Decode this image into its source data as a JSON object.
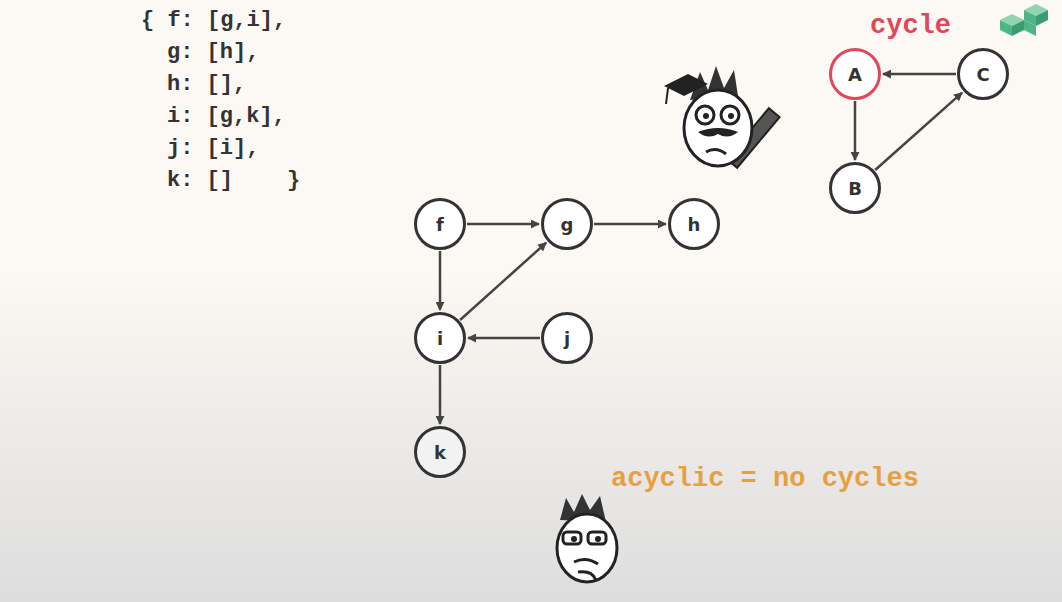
{
  "diagram": {
    "nodes": [
      {
        "text": [
          "f"
        ]
      },
      {
        "text": [
          "g"
        ]
      },
      {
        "text": [
          "h"
        ]
      },
      {
        "text": [
          "i"
        ]
      },
      {
        "text": [
          "j"
        ]
      },
      {
        "text": [
          "k"
        ]
      },
      {
        "text": [
          "A"
        ]
      },
      {
        "text": [
          "B"
        ]
      },
      {
        "text": [
          "C"
        ]
      }
    ],
    "edges": [
      {
        "from": 0,
        "to": 1,
        "arrow": "to"
      },
      {
        "from": 0,
        "to": 3,
        "arrow": "to"
      },
      {
        "from": 1,
        "to": 2,
        "arrow": "to"
      },
      {
        "from": 3,
        "to": 1,
        "arrow": "to"
      },
      {
        "from": 3,
        "to": 5,
        "arrow": "to"
      },
      {
        "from": 4,
        "to": 3,
        "arrow": "to"
      },
      {
        "from": 6,
        "to": 7,
        "arrow": "to"
      },
      {
        "from": 7,
        "to": 8,
        "arrow": "to"
      },
      {
        "from": 8,
        "to": 6,
        "arrow": "to"
      }
    ],
    "labels": [
      "{ f: [g,i],",
      "g: [h],",
      "h: [],",
      "i: [g,k],",
      "j: [i],",
      "k: []",
      "}",
      "cycle",
      "acyclic = no cycles"
    ]
  }
}
